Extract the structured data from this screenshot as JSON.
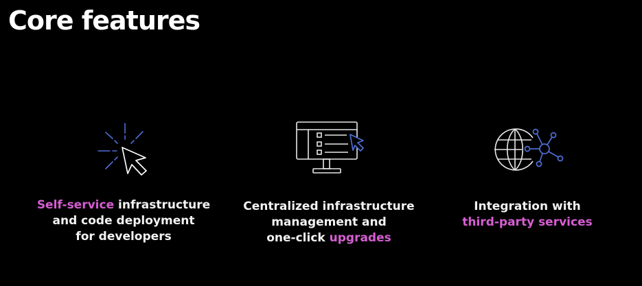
{
  "slide": {
    "title": "Core features",
    "accent_color": "#d65ed2",
    "icon_accent_color": "#4f6fd6"
  },
  "features": [
    {
      "icon": "cursor-click-icon",
      "line1_highlight": "Self-service",
      "line1_rest": " infrastructure",
      "line2": "and code deployment",
      "line3": "for developers"
    },
    {
      "icon": "monitor-checklist-icon",
      "line1": "Centralized infrastructure",
      "line2": "management and",
      "line3_plain": "one-click ",
      "line3_highlight": "upgrades"
    },
    {
      "icon": "globe-network-icon",
      "line1": "Integration with",
      "line2_highlight": "third-party services"
    }
  ]
}
